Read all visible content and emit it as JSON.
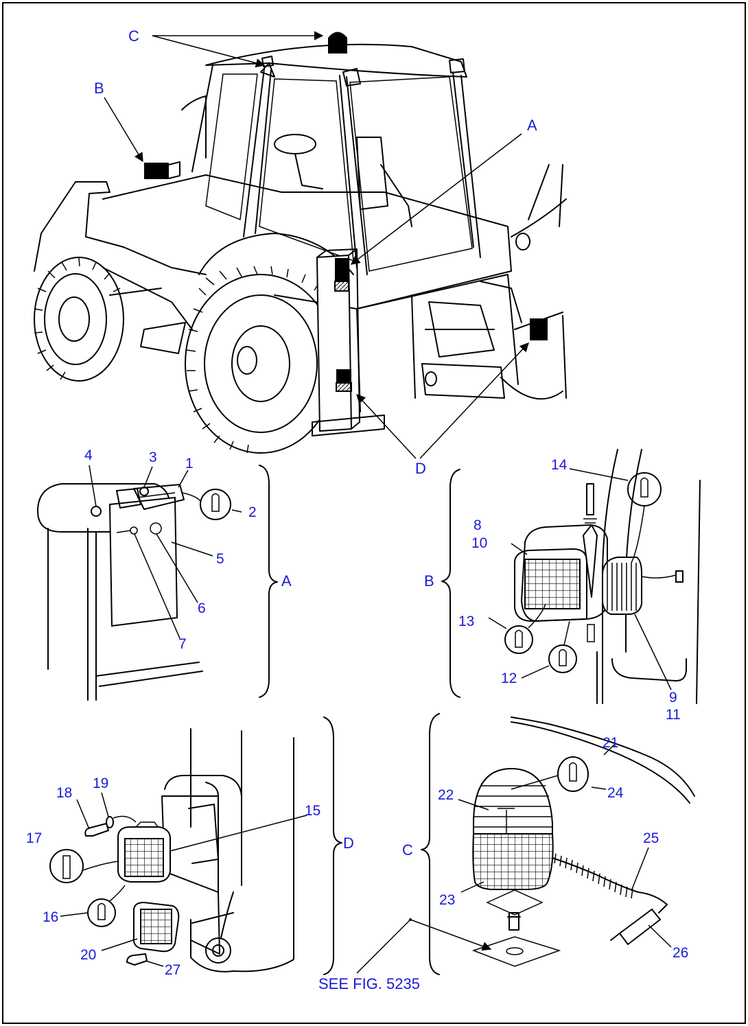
{
  "callouts": {
    "A": "A",
    "B": "B",
    "C": "C",
    "D": "D",
    "p1": "1",
    "p2": "2",
    "p3": "3",
    "p4": "4",
    "p5": "5",
    "p6": "6",
    "p7": "7",
    "p8": "8",
    "p9": "9",
    "p10": "10",
    "p11": "11",
    "p12": "12",
    "p13": "13",
    "p14": "14",
    "p15": "15",
    "p16": "16",
    "p17": "17",
    "p18": "18",
    "p19": "19",
    "p20": "20",
    "p21": "21",
    "p22": "22",
    "p23": "23",
    "p24": "24",
    "p25": "25",
    "p26": "26",
    "p27": "27"
  },
  "reference_note": "SEE FIG. 5235",
  "colors": {
    "label": "#1a1ad6",
    "line": "#000000",
    "background": "#ffffff"
  }
}
